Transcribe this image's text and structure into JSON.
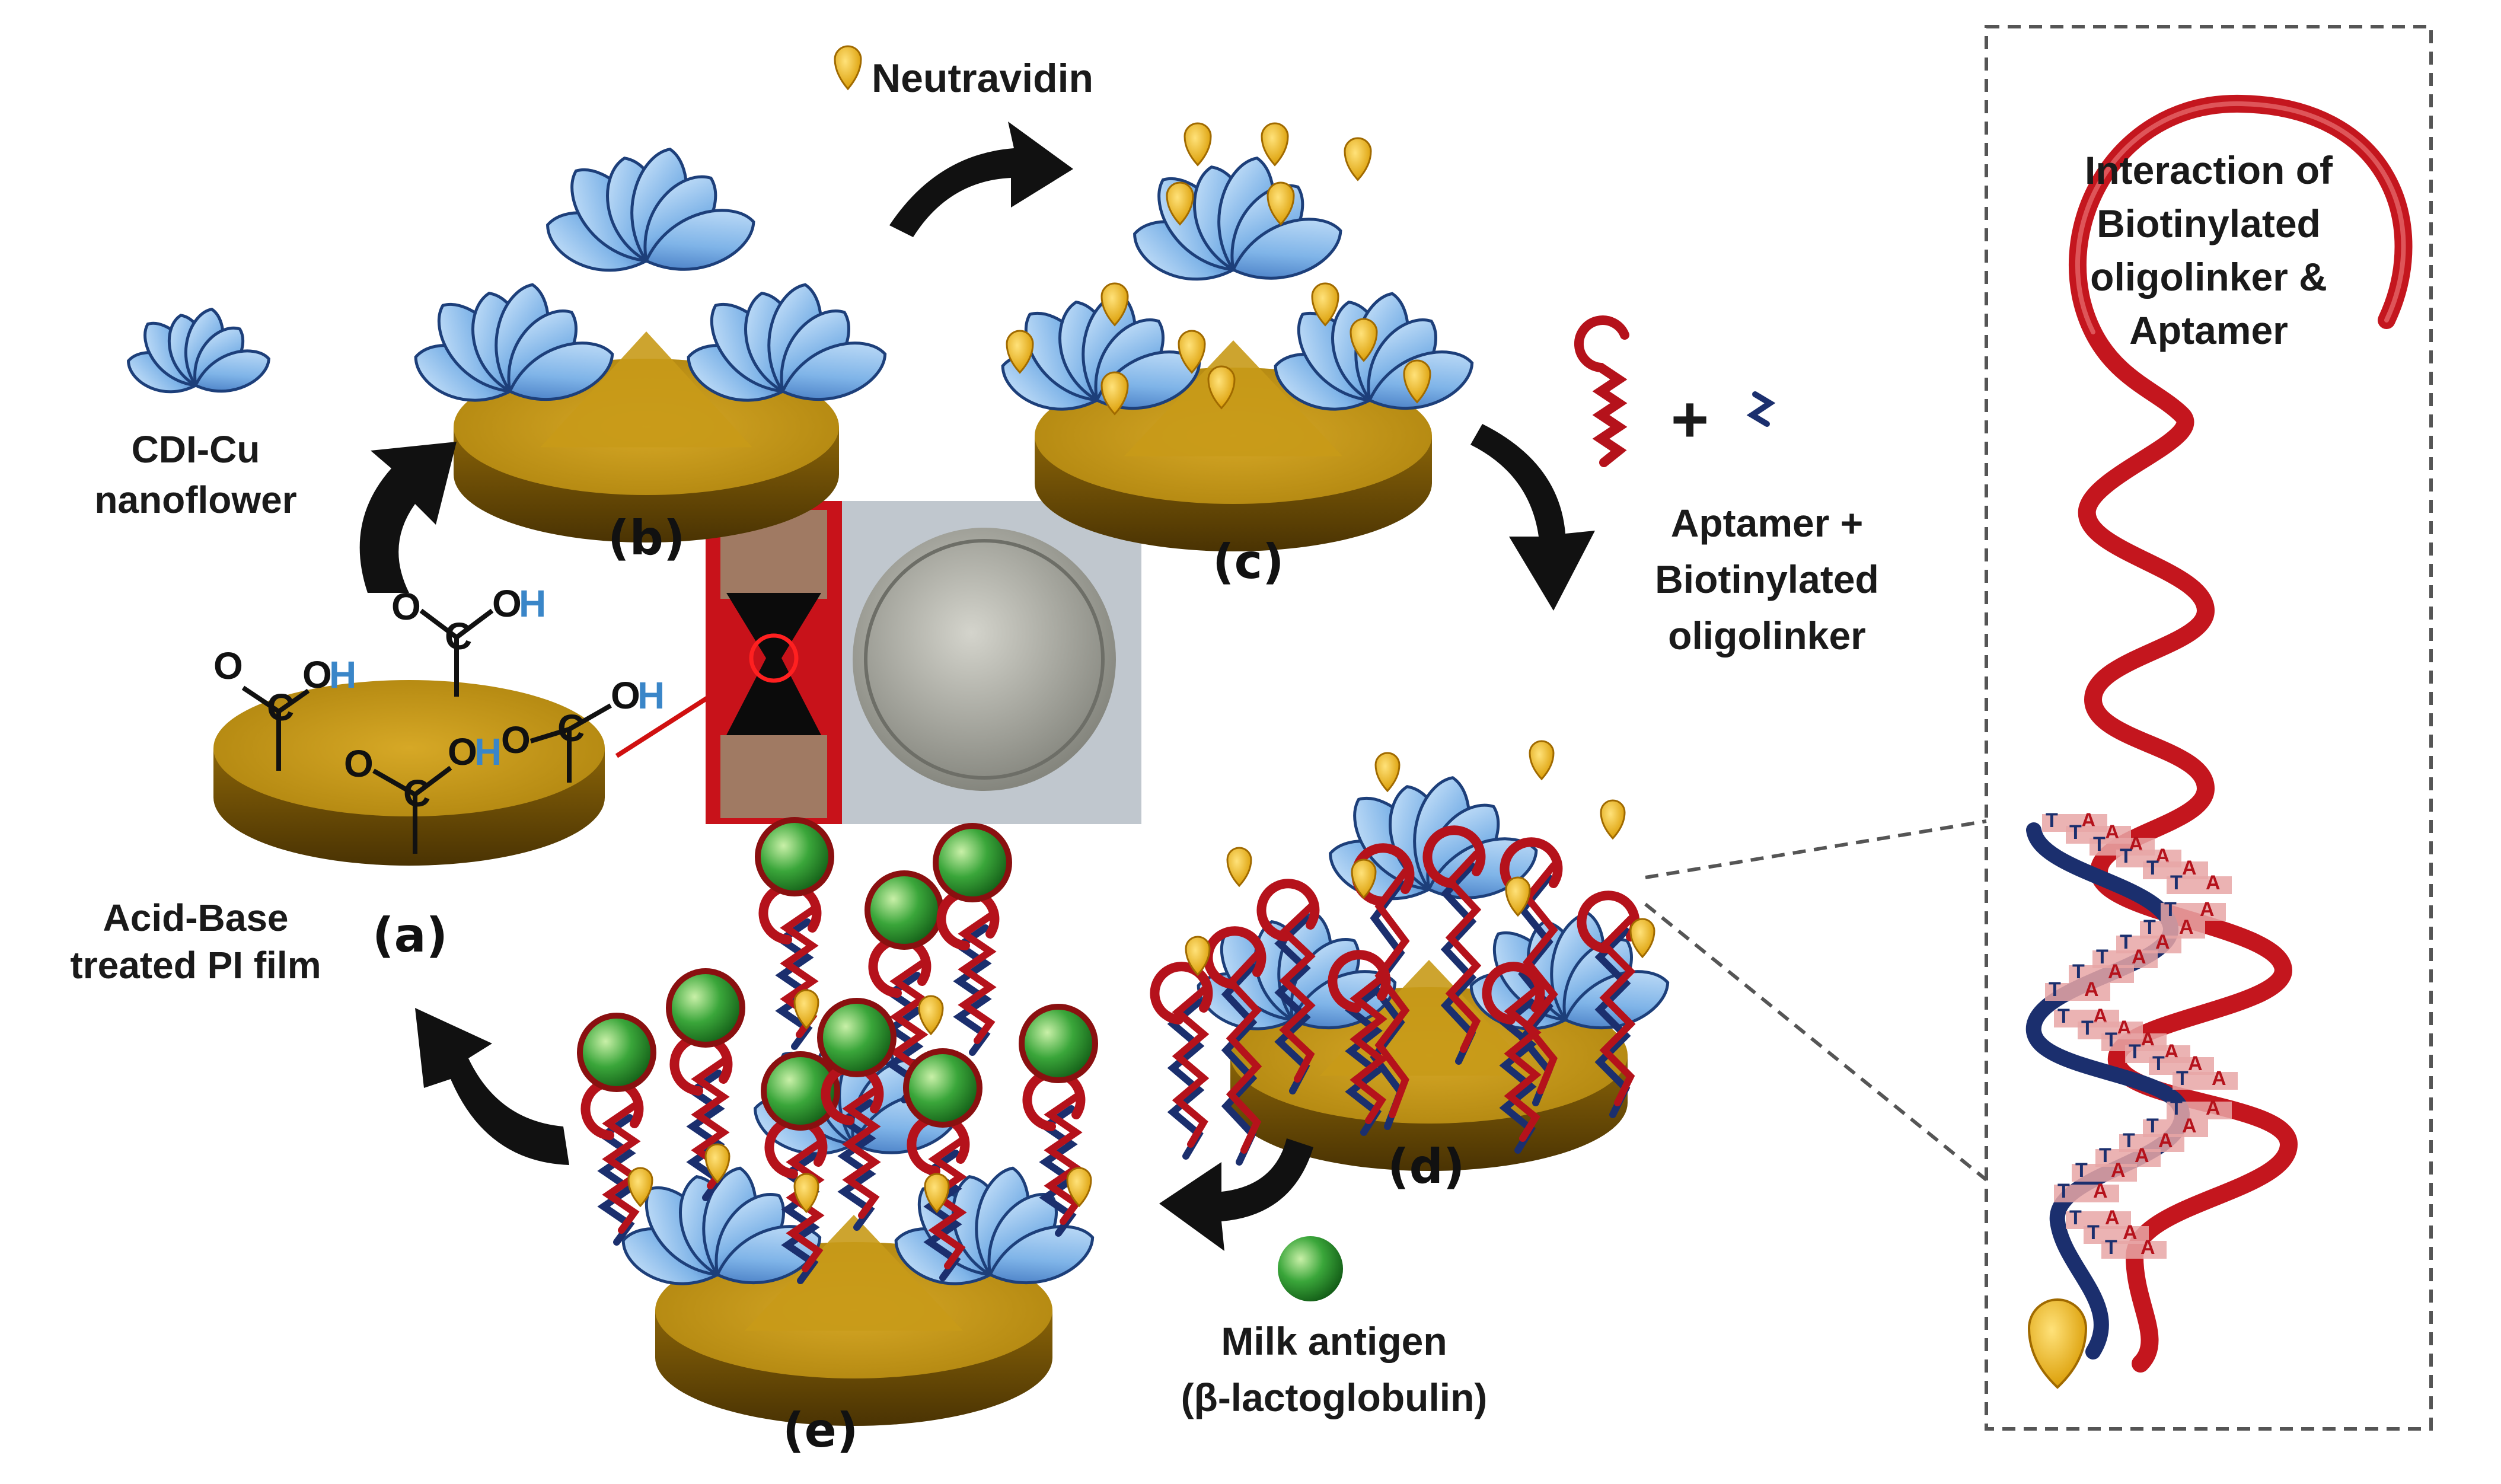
{
  "labels": {
    "neutravidin": "Neutravidin",
    "cdi_cu_line1": "CDI-Cu",
    "cdi_cu_line2": "nanoflower",
    "acid_base_line1": "Acid-Base",
    "acid_base_line2": "treated PI film",
    "aptamer_line1": "Aptamer +",
    "aptamer_line2": "Biotinylated",
    "aptamer_line3": "oligolinker",
    "milk_line1": "Milk antigen",
    "milk_line2": "(β-lactoglobulin)",
    "plus": "+",
    "interaction_line1": "Interaction of",
    "interaction_line2": "Biotinylated",
    "interaction_line3": "oligolinker &",
    "interaction_line4": "Aptamer"
  },
  "panels": {
    "a": "(a)",
    "b": "(b)",
    "c": "(c)",
    "d": "(d)",
    "e": "(e)"
  },
  "chemistry": {
    "O": "O",
    "C": "C",
    "OH_O": "O",
    "OH_H": "H"
  },
  "bases": {
    "T": "T",
    "A": "A"
  },
  "colors": {
    "gold_disc": "#c99a1c",
    "petal_blue": "#7fb4e8",
    "aptamer_red": "#b5121b",
    "linker_navy": "#1b2f6e",
    "neutravidin_yellow": "#f2b705",
    "antigen_green": "#3aa63a",
    "chip_red": "#c8121a",
    "coin_grey": "#a8a9a2",
    "dash_border": "#555555"
  }
}
